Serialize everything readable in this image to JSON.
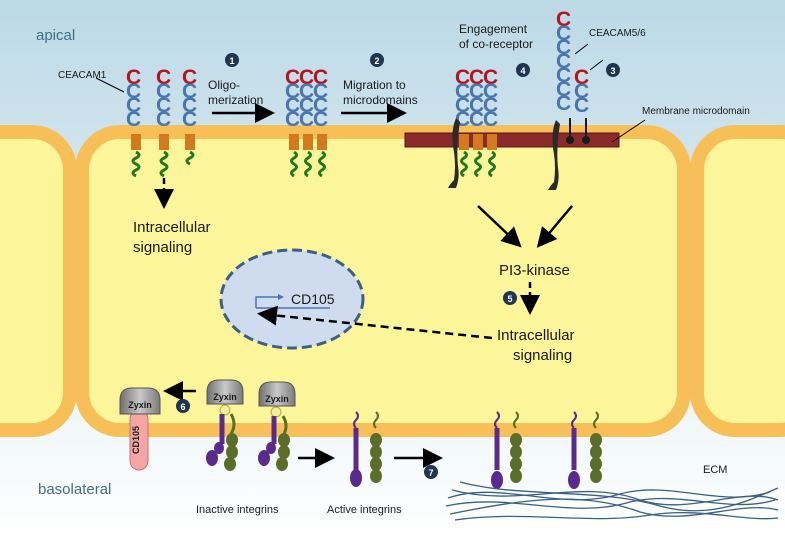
{
  "regions": {
    "apical": "apical",
    "basolateral": "basolateral"
  },
  "labels": {
    "ceacam1": "CEACAM1",
    "ceacam56": "CEACAM5/6",
    "oligo_1": "Oligo-",
    "oligo_2": "merization",
    "migration_1": "Migration to",
    "migration_2": "microdomains",
    "engagement_1": "Engagement",
    "engagement_2": "of co-receptor",
    "membrane_microdomain": "Membrane microdomain",
    "intracellular_signaling_left_1": "Intracellular",
    "intracellular_signaling_left_2": "signaling",
    "pi3_kinase": "PI3-kinase",
    "intracellular_signaling_right_1": "Intracellular",
    "intracellular_signaling_right_2": "signaling",
    "cd105_gene": "CD105",
    "zyxin": "Zyxin",
    "cd105_protein": "CD105",
    "inactive_integrins": "Inactive integrins",
    "active_integrins": "Active integrins",
    "ecm": "ECM"
  },
  "steps": [
    "1",
    "2",
    "3",
    "4",
    "5",
    "6",
    "7"
  ],
  "colors": {
    "sky_top": "#bfdbe8",
    "sky_bottom": "#ffffff",
    "cell_fill": "#fdf59a",
    "cell_border": "#f7bf57",
    "microdomain": "#8b2a2a",
    "ceacam_blue": "#4a76ad",
    "ceacam_red": "#b5141f",
    "helix_green": "#1f7a1f",
    "step_circle": "#1f3550",
    "nucleus_fill": "#cfdcf0",
    "nucleus_border": "#3d5f86",
    "zyxin_grey": "#8a8a8a",
    "cd105_pink": "#f4a6a6",
    "integrin_purple": "#5b2a8f",
    "integrin_olive": "#5a6e2a",
    "ecm_blue": "#3a5f86"
  }
}
